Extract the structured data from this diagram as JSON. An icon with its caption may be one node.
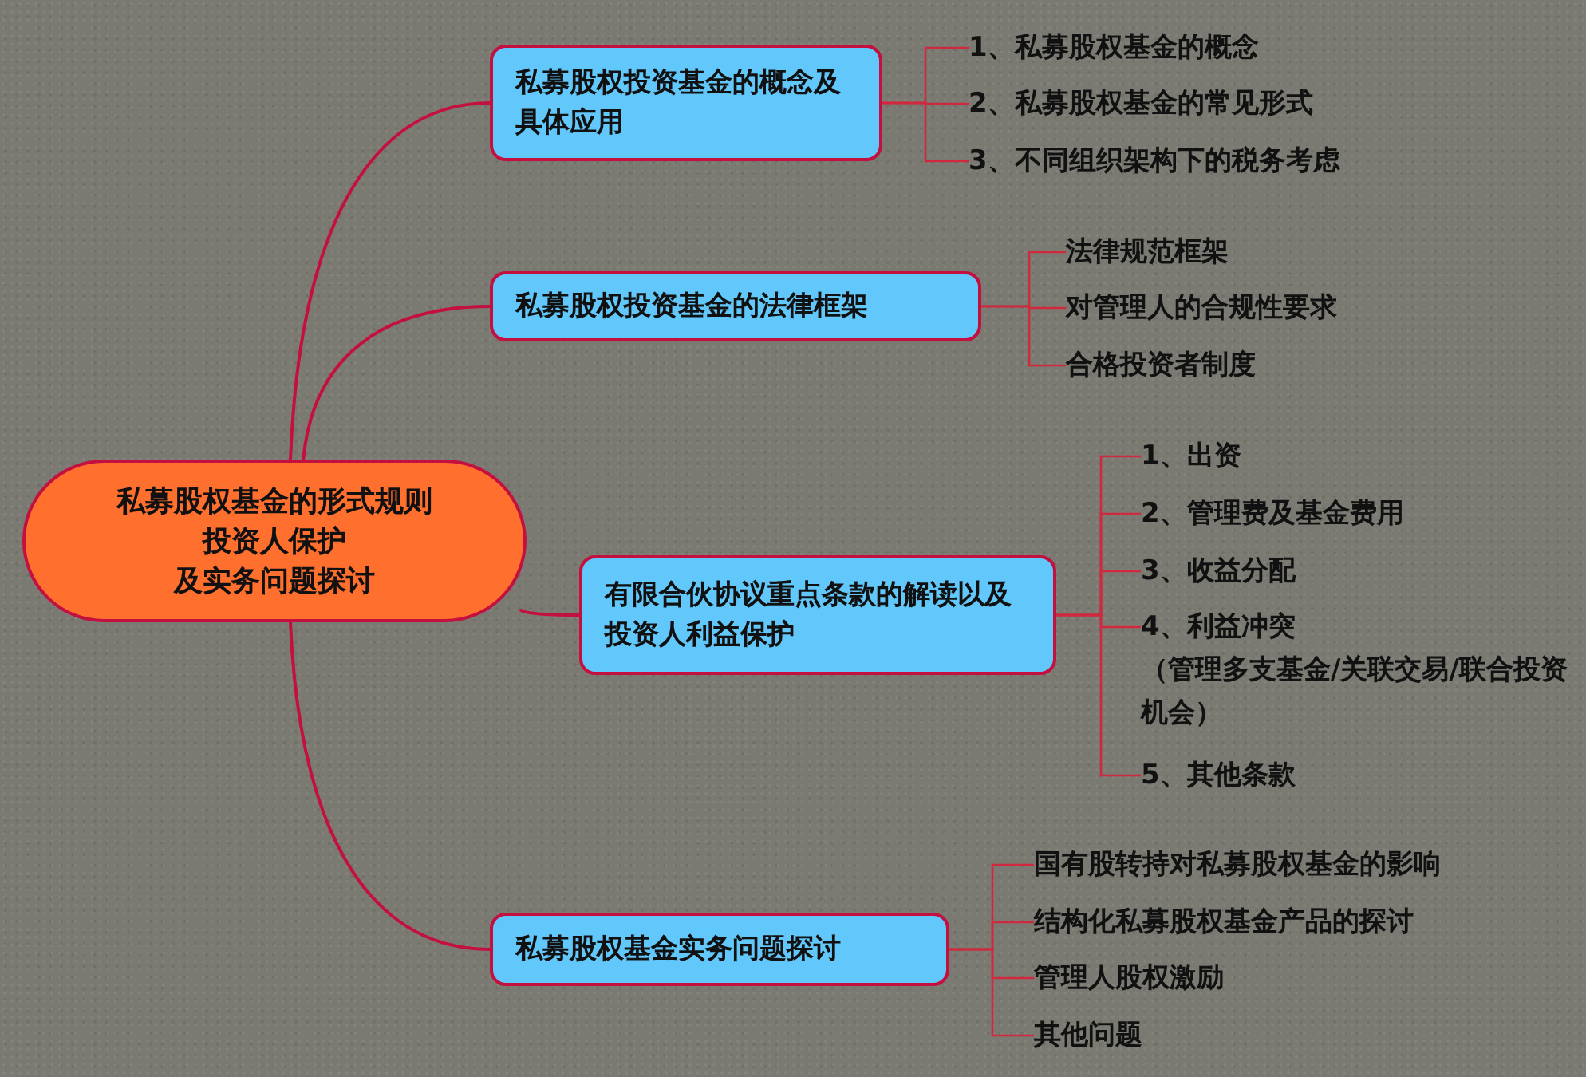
{
  "diagram": {
    "nodes": [
      {
        "text": [
          "私募股权基金的形式规则",
          "投资人保护",
          "及实务问题探讨"
        ]
      },
      {
        "text": [
          "私募股权投资基金的概念及具体应用"
        ]
      },
      {
        "text": [
          "1、私募股权基金的概念"
        ]
      },
      {
        "text": [
          "2、私募股权基金的常见形式"
        ]
      },
      {
        "text": [
          "3、不同组织架构下的税务考虑"
        ]
      },
      {
        "text": [
          "私募股权投资基金的法律框架"
        ]
      },
      {
        "text": [
          "法律规范框架"
        ]
      },
      {
        "text": [
          "对管理人的合规性要求"
        ]
      },
      {
        "text": [
          "合格投资者制度"
        ]
      },
      {
        "text": [
          "有限合伙协议重点条款的解读以及投资人利益保护"
        ]
      },
      {
        "text": [
          "1、出资"
        ]
      },
      {
        "text": [
          "2、管理费及基金费用"
        ]
      },
      {
        "text": [
          "3、收益分配"
        ]
      },
      {
        "text": [
          "4、利益冲突",
          "（管理多支基金/关联交易/联合投资机会）"
        ]
      },
      {
        "text": [
          "5、其他条款"
        ]
      },
      {
        "text": [
          "私募股权基金实务问题探讨"
        ]
      },
      {
        "text": [
          "国有股转持对私募股权基金的影响"
        ]
      },
      {
        "text": [
          "结构化私募股权基金产品的探讨"
        ]
      },
      {
        "text": [
          "管理人股权激励"
        ]
      },
      {
        "text": [
          "其他问题"
        ]
      }
    ],
    "edges": [
      {
        "from": 0,
        "to": 1,
        "arrow": "none"
      },
      {
        "from": 0,
        "to": 5,
        "arrow": "none"
      },
      {
        "from": 0,
        "to": 9,
        "arrow": "none"
      },
      {
        "from": 0,
        "to": 15,
        "arrow": "none"
      },
      {
        "from": 1,
        "to": 2,
        "arrow": "none"
      },
      {
        "from": 1,
        "to": 3,
        "arrow": "none"
      },
      {
        "from": 1,
        "to": 4,
        "arrow": "none"
      },
      {
        "from": 5,
        "to": 6,
        "arrow": "none"
      },
      {
        "from": 5,
        "to": 7,
        "arrow": "none"
      },
      {
        "from": 5,
        "to": 8,
        "arrow": "none"
      },
      {
        "from": 9,
        "to": 10,
        "arrow": "none"
      },
      {
        "from": 9,
        "to": 11,
        "arrow": "none"
      },
      {
        "from": 9,
        "to": 12,
        "arrow": "none"
      },
      {
        "from": 9,
        "to": 13,
        "arrow": "none"
      },
      {
        "from": 9,
        "to": 14,
        "arrow": "none"
      },
      {
        "from": 15,
        "to": 16,
        "arrow": "none"
      },
      {
        "from": 15,
        "to": 17,
        "arrow": "none"
      },
      {
        "from": 15,
        "to": 18,
        "arrow": "none"
      },
      {
        "from": 15,
        "to": 19,
        "arrow": "none"
      }
    ]
  }
}
